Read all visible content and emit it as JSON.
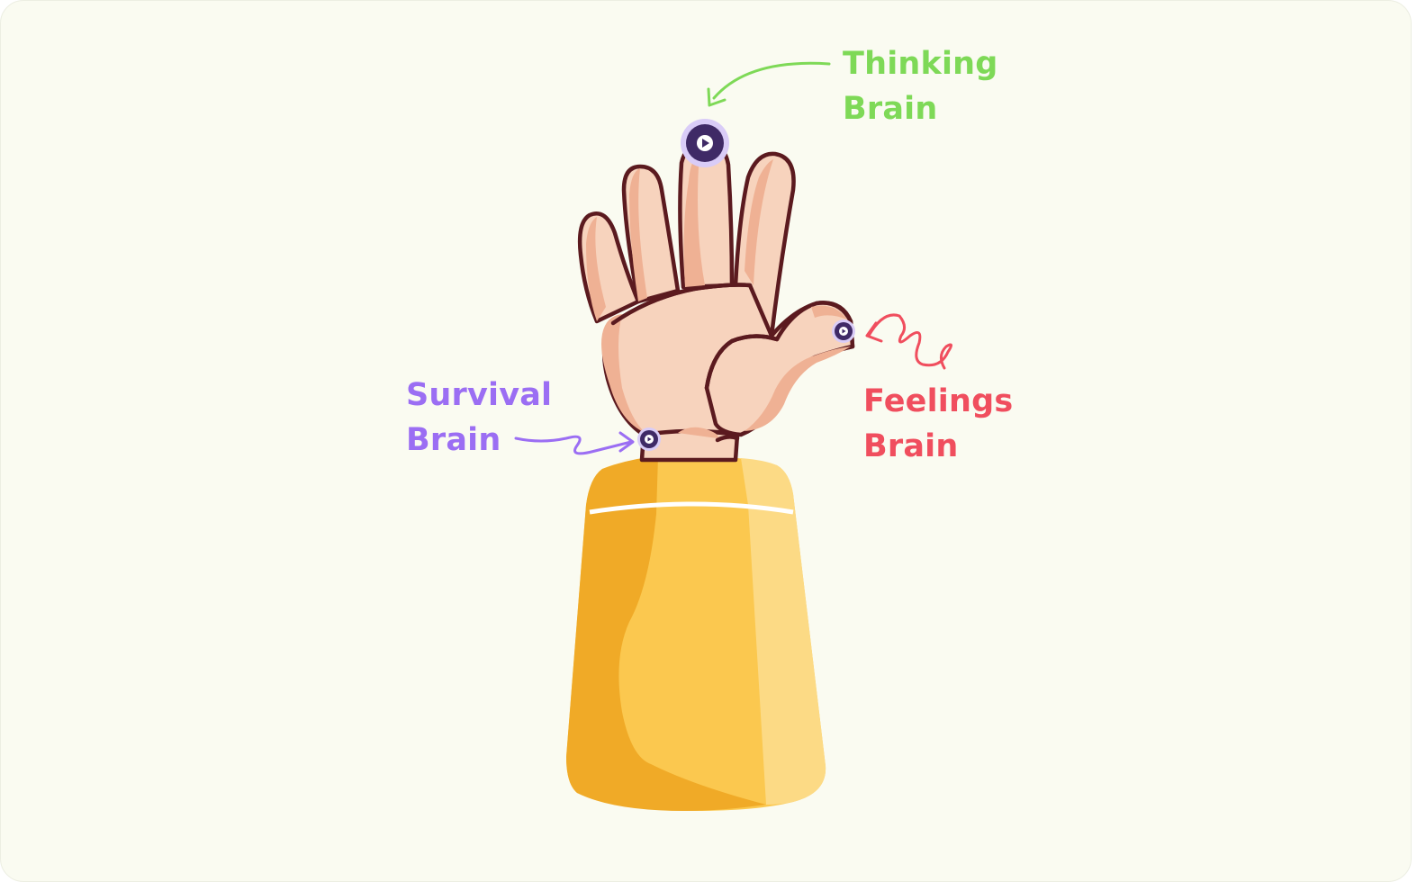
{
  "labels": {
    "thinking": {
      "line1": "Thinking",
      "line2": "Brain",
      "color": "#7ed957"
    },
    "survival": {
      "line1": "Survival",
      "line2": "Brain",
      "color": "#9b6ef3"
    },
    "feelings": {
      "line1": "Feelings",
      "line2": "Brain",
      "color": "#f04e5e"
    }
  },
  "colors": {
    "background": "#fafbf1",
    "skin": "#f7d3bd",
    "skin_shade": "#efb194",
    "outline": "#5b1a1f",
    "sleeve_main": "#fbc84f",
    "sleeve_dark": "#f0aa27",
    "sleeve_light": "#fcda85",
    "button_fill": "#3f2a66",
    "button_ring": "#d9ccf7"
  },
  "icons": {
    "thinking_button": "play-icon",
    "feelings_button": "play-icon",
    "survival_button": "play-icon"
  }
}
